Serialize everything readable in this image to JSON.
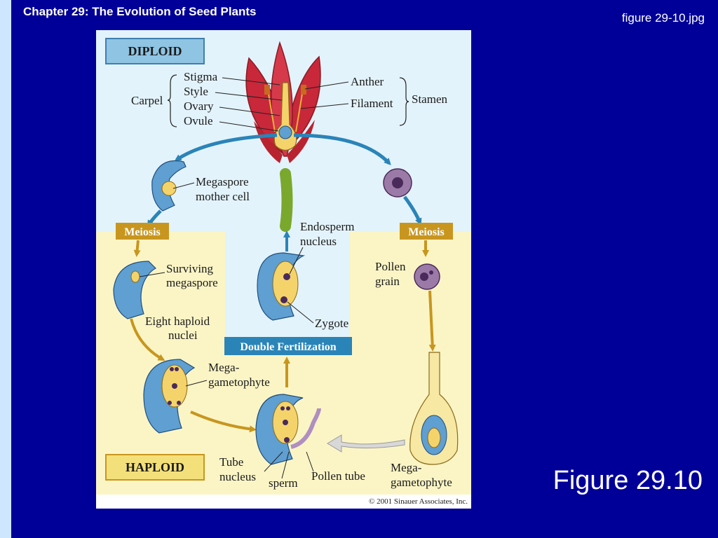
{
  "slide": {
    "title": "Chapter 29: The Evolution of Seed Plants",
    "filename": "figure 29-10.jpg",
    "figure_label": "Figure 29.10"
  },
  "diagram": {
    "diploid_label": "DIPLOID",
    "haploid_label": "HAPLOID",
    "meiosis_left": "Meiosis",
    "meiosis_right": "Meiosis",
    "double_fertilization": "Double Fertilization",
    "carpel": "Carpel",
    "stigma": "Stigma",
    "style": "Style",
    "ovary": "Ovary",
    "ovule": "Ovule",
    "anther": "Anther",
    "filament": "Filament",
    "stamen": "Stamen",
    "megaspore_mother_cell": [
      "Megaspore",
      "mother cell"
    ],
    "endosperm_nucleus": [
      "Endosperm",
      "nucleus"
    ],
    "surviving_megaspore": [
      "Surviving",
      "megaspore"
    ],
    "pollen_grain": [
      "Pollen",
      "grain"
    ],
    "zygote": "Zygote",
    "eight_haploid_nuclei": [
      "Eight haploid",
      "nuclei"
    ],
    "megagametophyte_left": [
      "Mega-",
      "gametophyte"
    ],
    "megagametophyte_right": [
      "Mega-",
      "gametophyte"
    ],
    "tube_nucleus": [
      "Tube",
      "nucleus"
    ],
    "sperm": "sperm",
    "pollen_tube": "Pollen tube",
    "copyright": "© 2001 Sinauer Associates, Inc."
  },
  "colors": {
    "slide_bg": "#000099",
    "left_bar": "#cfe6ff",
    "diploid_bg": "#e3f3fb",
    "haploid_bg": "#fbf5c6",
    "meiosis_box": "#c8961e",
    "fertilization_box": "#2a84b8",
    "ovule_blue": "#5f9fd1",
    "petal_red": "#c8283a",
    "arrow_blue": "#2a84b8",
    "arrow_gold": "#c8961e"
  }
}
